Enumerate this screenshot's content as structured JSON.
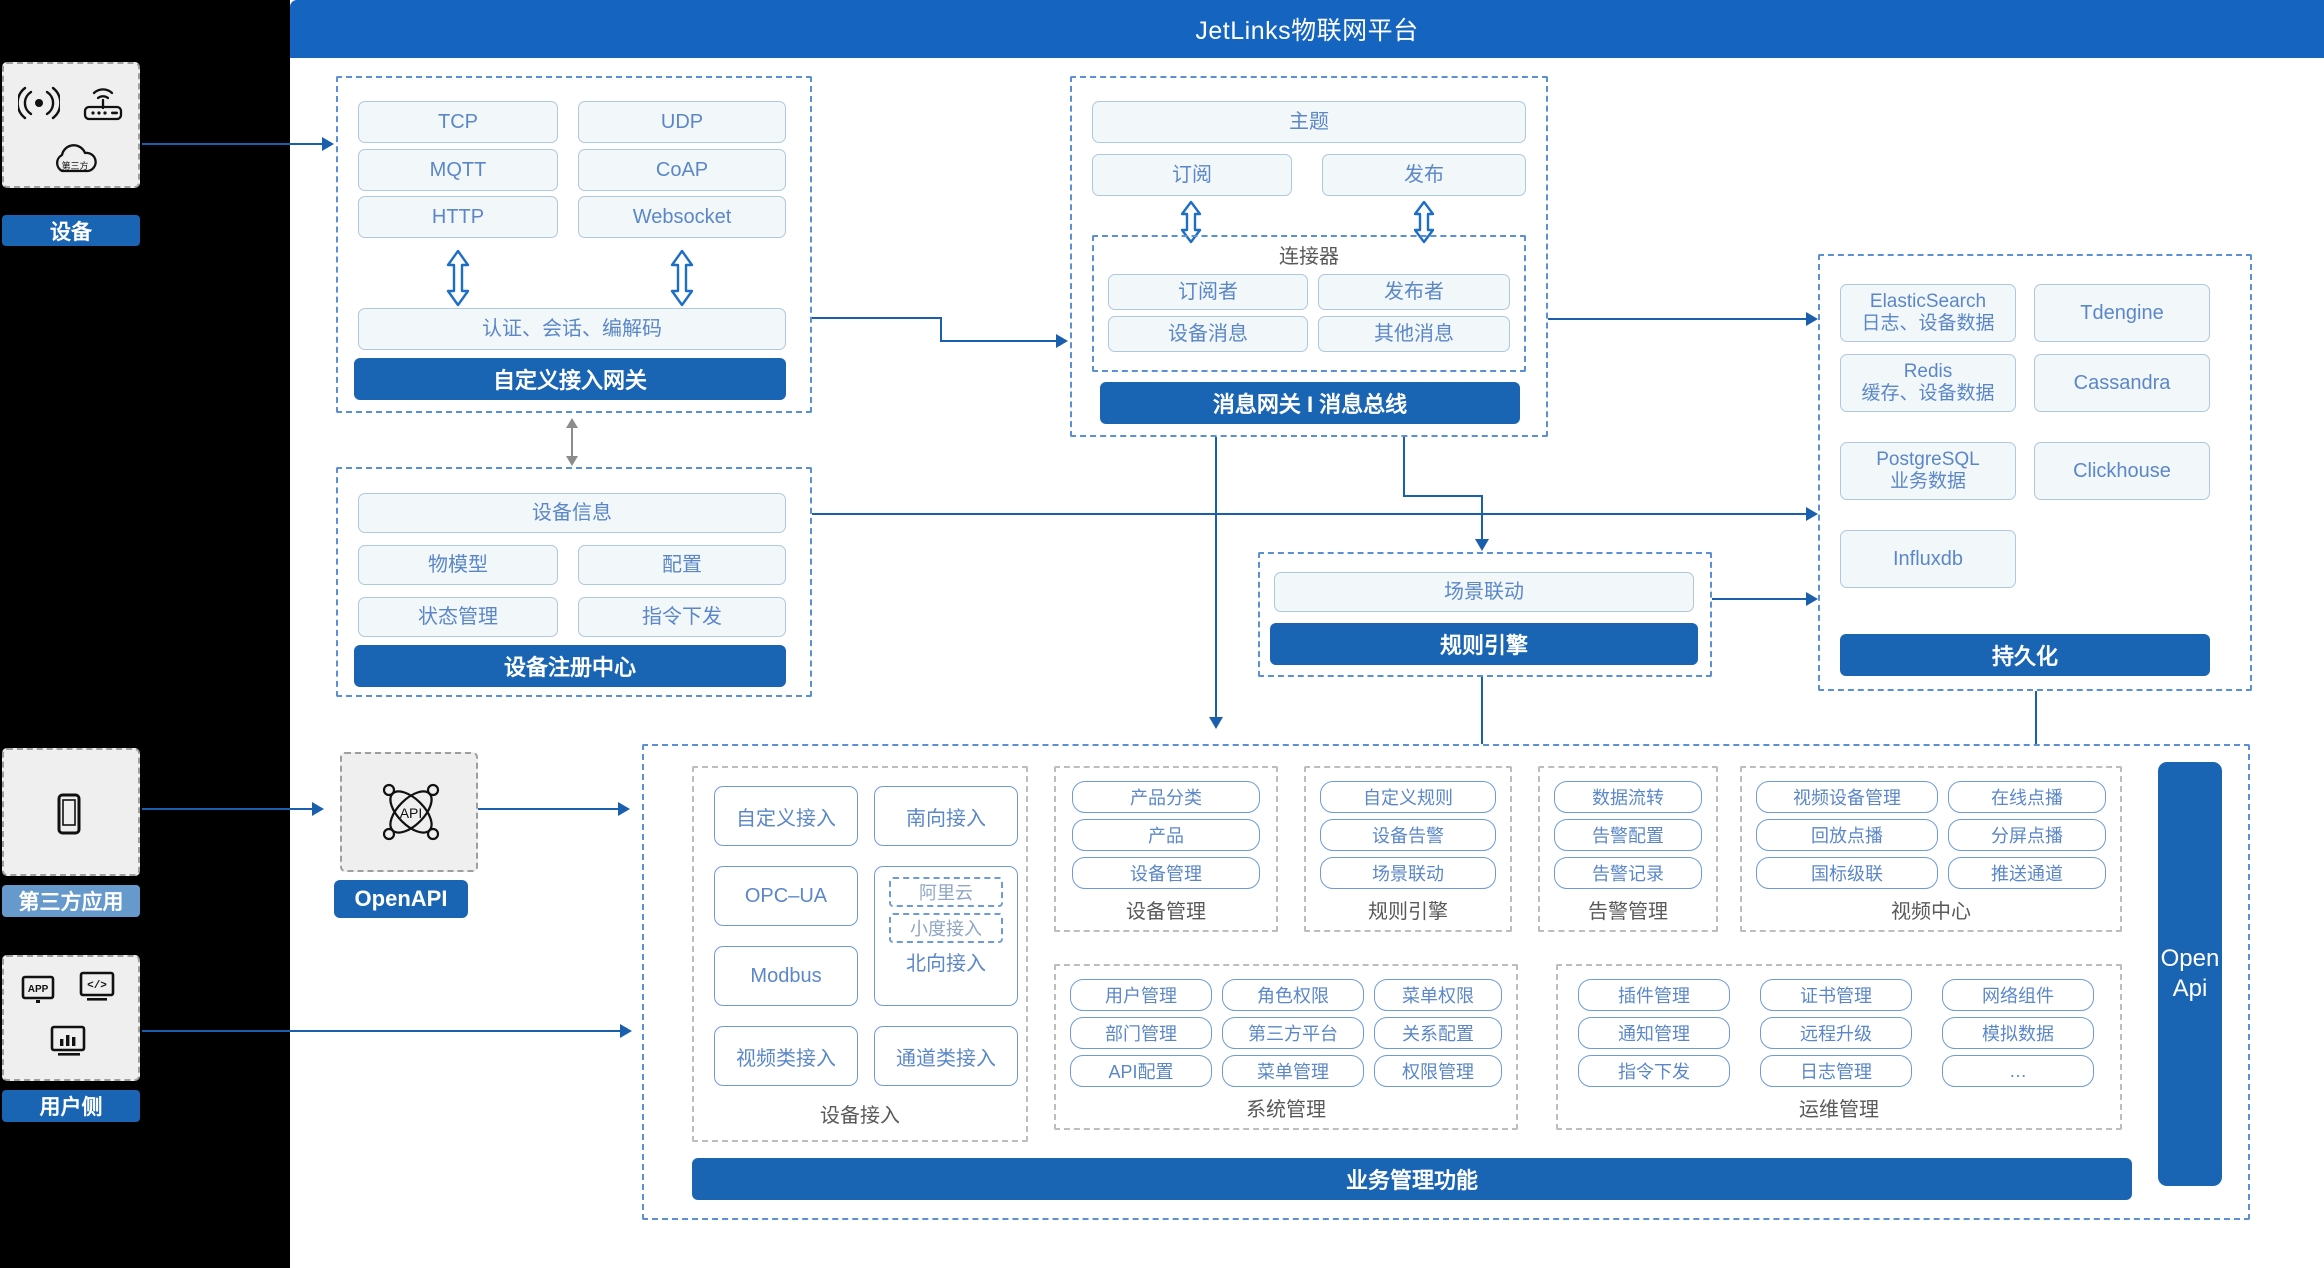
{
  "header": {
    "title": "JetLinks物联网平台"
  },
  "rail": {
    "device": {
      "label": "设备",
      "icons": [
        "signal-waves-icon",
        "router-icon",
        "third-party-cloud-icon"
      ],
      "cloud_text": "第三方"
    },
    "third_party_app": {
      "label": "第三方应用",
      "icons": [
        "mobile-phone-icon"
      ]
    },
    "user_side": {
      "label": "用户侧",
      "icons": [
        "app-screen-icon",
        "code-screen-icon",
        "chart-screen-icon"
      ]
    }
  },
  "openapi_node": {
    "label": "OpenAPI",
    "icon": "api-atom-icon"
  },
  "gateway": {
    "protocols": [
      "TCP",
      "UDP",
      "MQTT",
      "CoAP",
      "HTTP",
      "Websocket"
    ],
    "middle": "认证、会话、编解码",
    "bar": "自定义接入网关"
  },
  "message_bus": {
    "topic": "主题",
    "subscribe": "订阅",
    "publish": "发布",
    "connector_title": "连接器",
    "connector_items": [
      "订阅者",
      "发布者",
      "设备消息",
      "其他消息"
    ],
    "bar": "消息网关 I 消息总线"
  },
  "device_registry": {
    "info": "设备信息",
    "items": [
      "物模型",
      "配置",
      "状态管理",
      "指令下发"
    ],
    "bar": "设备注册中心"
  },
  "rule_engine": {
    "item": "场景联动",
    "bar": "规则引擎"
  },
  "persistence": {
    "left_items": [
      {
        "name": "ElasticSearch",
        "desc": "日志、设备数据"
      },
      {
        "name": "Redis",
        "desc": "缓存、设备数据"
      },
      {
        "name": "PostgreSQL",
        "desc": "业务数据"
      },
      {
        "name": "Influxdb",
        "desc": ""
      }
    ],
    "right_items": [
      {
        "name": "Tdengine"
      },
      {
        "name": "Cassandra"
      },
      {
        "name": "Clickhouse"
      }
    ],
    "bar": "持久化"
  },
  "business": {
    "bar": "业务管理功能",
    "openapi_vertical": "Open\nApi",
    "device_access": {
      "caption": "设备接入",
      "left_col": [
        "自定义接入",
        "OPC–UA",
        "Modbus",
        "视频类接入"
      ],
      "right_col_top": "南向接入",
      "northbound": {
        "dashed": [
          "阿里云",
          "小度接入"
        ],
        "label": "北向接入"
      },
      "right_col_bottom": "通道类接入"
    },
    "groups": [
      {
        "caption": "设备管理",
        "items": [
          "产品分类",
          "产品",
          "设备管理"
        ]
      },
      {
        "caption": "规则引擎",
        "items": [
          "自定义规则",
          "设备告警",
          "场景联动"
        ]
      },
      {
        "caption": "告警管理",
        "items": [
          "数据流转",
          "告警配置",
          "告警记录"
        ]
      },
      {
        "caption": "视频中心",
        "items": [
          "视频设备管理",
          "在线点播",
          "回放点播",
          "分屏点播",
          "国标级联",
          "推送通道"
        ]
      },
      {
        "caption": "系统管理",
        "items": [
          "用户管理",
          "角色权限",
          "菜单权限",
          "部门管理",
          "第三方平台",
          "关系配置",
          "API配置",
          "菜单管理",
          "权限管理"
        ]
      },
      {
        "caption": "运维管理",
        "items": [
          "插件管理",
          "证书管理",
          "网络组件",
          "通知管理",
          "远程升级",
          "模拟数据",
          "指令下发",
          "日志管理",
          "…"
        ]
      }
    ]
  },
  "colors": {
    "brand": "#1565C0",
    "bar": "#1A64B4",
    "chip_text": "#5B87C9",
    "dash_blue": "#5B8FD6",
    "dash_gray": "#B4B4B4"
  }
}
